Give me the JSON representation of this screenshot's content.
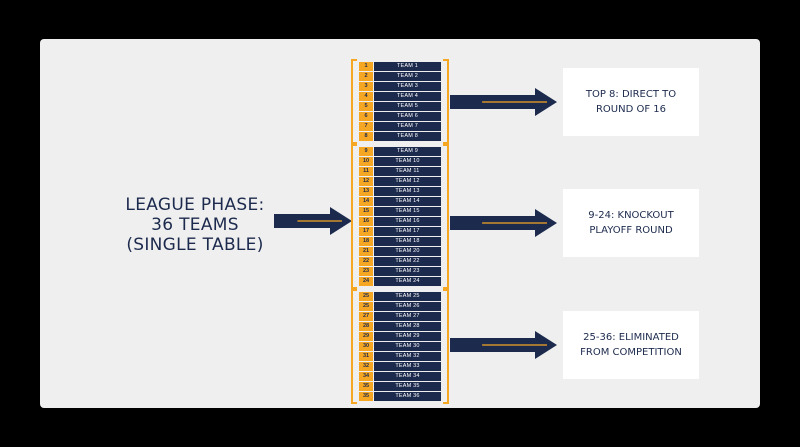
{
  "league": {
    "lines": [
      "LEAGUE PHASE:",
      "36 TEAMS",
      "(SINGLE TABLE)"
    ]
  },
  "teams": [
    {
      "rank": "1",
      "name": "TEAM 1"
    },
    {
      "rank": "2",
      "name": "TEAM 2"
    },
    {
      "rank": "3",
      "name": "TEAM 3"
    },
    {
      "rank": "4",
      "name": "TEAM 4"
    },
    {
      "rank": "5",
      "name": "TEAM 5"
    },
    {
      "rank": "6",
      "name": "TEAM 6"
    },
    {
      "rank": "7",
      "name": "TEAM 7"
    },
    {
      "rank": "8",
      "name": "TEAM 8"
    },
    {
      "rank": "9",
      "name": "TEAM 9"
    },
    {
      "rank": "10",
      "name": "TEAM 10"
    },
    {
      "rank": "11",
      "name": "TEAM 11"
    },
    {
      "rank": "12",
      "name": "TEAM 12"
    },
    {
      "rank": "13",
      "name": "TEAM 13"
    },
    {
      "rank": "14",
      "name": "TEAM 14"
    },
    {
      "rank": "15",
      "name": "TEAM 15"
    },
    {
      "rank": "16",
      "name": "TEAM 16"
    },
    {
      "rank": "17",
      "name": "TEAM 17"
    },
    {
      "rank": "18",
      "name": "TEAM 18"
    },
    {
      "rank": "21",
      "name": "TEAM 20"
    },
    {
      "rank": "22",
      "name": "TEAM 22"
    },
    {
      "rank": "23",
      "name": "TEAM 23"
    },
    {
      "rank": "24",
      "name": "TEAM 24"
    },
    {
      "rank": "25",
      "name": "TEAM 25"
    },
    {
      "rank": "25",
      "name": "TEAM 26"
    },
    {
      "rank": "27",
      "name": "TEAM 27"
    },
    {
      "rank": "28",
      "name": "TEAM 28"
    },
    {
      "rank": "29",
      "name": "TEAM 29"
    },
    {
      "rank": "30",
      "name": "TEAM 30"
    },
    {
      "rank": "31",
      "name": "TEAM 32"
    },
    {
      "rank": "32",
      "name": "TEAM 33"
    },
    {
      "rank": "34",
      "name": "TEAM 34"
    },
    {
      "rank": "35",
      "name": "TEAM 35"
    },
    {
      "rank": "35",
      "name": "TEAM 36"
    }
  ],
  "groups": [
    {
      "first": 0,
      "last": 7
    },
    {
      "first": 8,
      "last": 21
    },
    {
      "first": 22,
      "last": 32
    }
  ],
  "outcomes": [
    {
      "lines": [
        "TOP 8: DIRECT TO",
        "ROUND OF 16"
      ]
    },
    {
      "lines": [
        "9-24: KNOCKOUT",
        "PLAYOFF ROUND"
      ]
    },
    {
      "lines": [
        "25-36: ELIMINATED",
        "FROM COMPETITION"
      ]
    }
  ],
  "colors": {
    "navy": "#1c2a4d",
    "accent": "#f5a623",
    "panel": "#efefef",
    "background": "#000000"
  }
}
